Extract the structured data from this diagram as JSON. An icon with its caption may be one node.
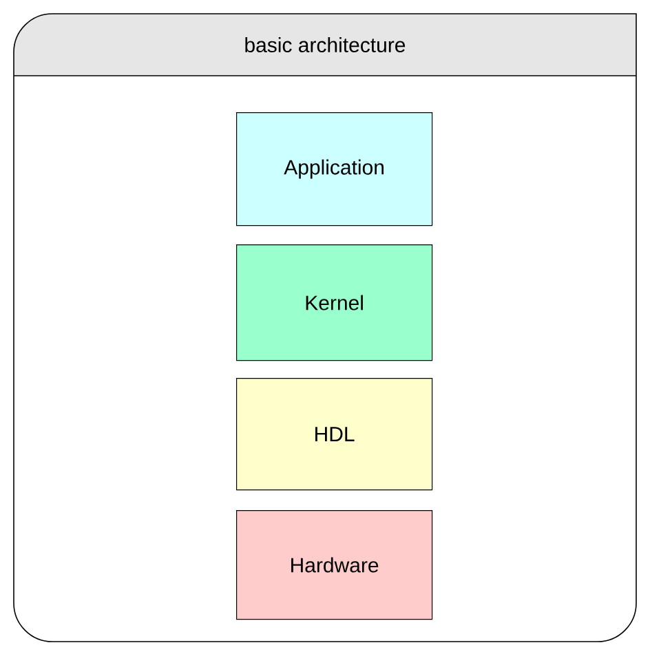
{
  "diagram": {
    "nodes": [
      {
        "text": [
          "basic architecture"
        ]
      },
      {
        "text": [
          "Application"
        ],
        "in": 0
      },
      {
        "text": [
          "Kernel"
        ],
        "in": 0
      },
      {
        "text": [
          "HDL"
        ],
        "in": 0
      },
      {
        "text": [
          "Hardware"
        ],
        "in": 0
      }
    ]
  }
}
